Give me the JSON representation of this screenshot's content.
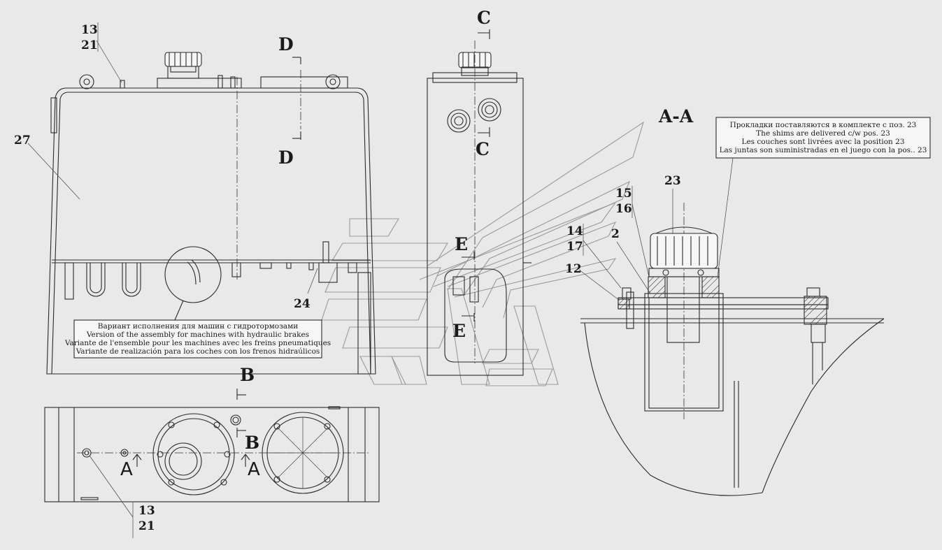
{
  "section_marks": {
    "c_top": "C",
    "c_bottom": "C",
    "d_top": "D",
    "d_bottom": "D",
    "e_top": "E",
    "e_bottom": "E",
    "b_top": "B",
    "b_bottom": "B",
    "a_left": "A",
    "a_right": "A",
    "aa_title": "A-A"
  },
  "callouts": {
    "front_13": "13",
    "front_21": "21",
    "front_27": "27",
    "front_24": "24",
    "plan_13": "13",
    "plan_21": "21",
    "aa_23": "23",
    "aa_15": "15",
    "aa_16": "16",
    "aa_14": "14",
    "aa_17": "17",
    "aa_2": "2",
    "aa_12": "12"
  },
  "note_brakes": [
    "Вариант исполнения для машин с гидротормозами",
    "Version of the assembly for machines with hydraulic brakes",
    "Variante de l'ensemble pour les machines avec les freins pneumatiques",
    "Variante de realización para los coches con los frenos hidraúlicos"
  ],
  "note_shims": [
    "Прокладки поставляются в комплекте с поз. 23",
    "The shims are delivered c/w pos. 23",
    "Les couches sont livrées avec la position 23",
    "Las juntas son suministradas en el juego con la pos.. 23"
  ]
}
